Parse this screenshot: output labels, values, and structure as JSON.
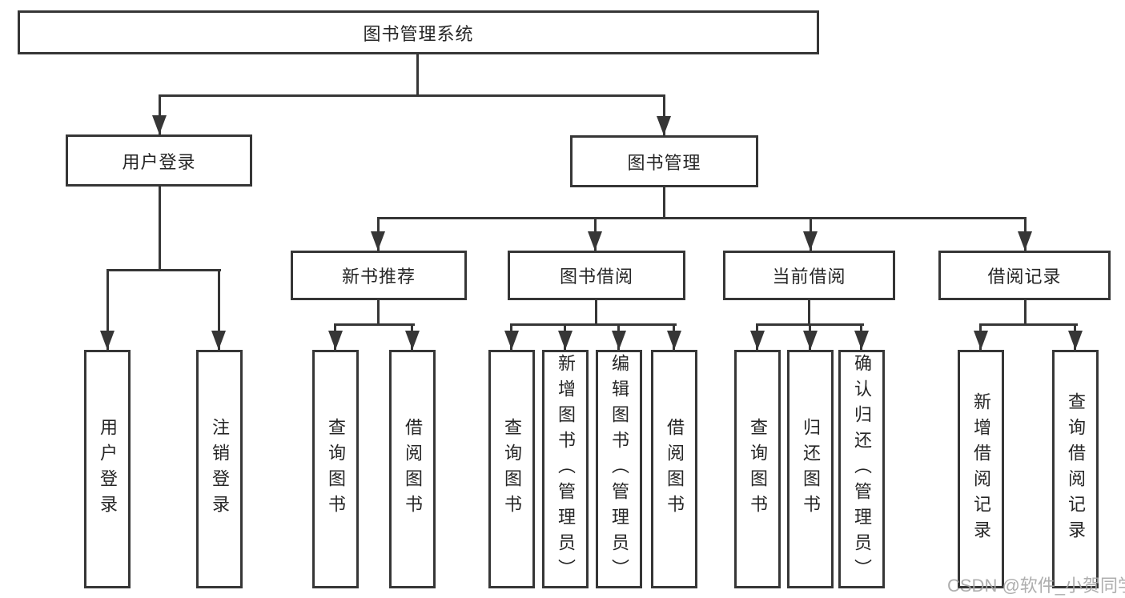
{
  "tree": {
    "label": "图书管理系统",
    "children": [
      {
        "label": "用户登录",
        "children": [
          {
            "label": "用户登录"
          },
          {
            "label": "注销登录"
          }
        ]
      },
      {
        "label": "图书管理",
        "children": [
          {
            "label": "新书推荐",
            "children": [
              {
                "label": "查询图书"
              },
              {
                "label": "借阅图书"
              }
            ]
          },
          {
            "label": "图书借阅",
            "children": [
              {
                "label": "查询图书"
              },
              {
                "label": "新增图书（管理员）"
              },
              {
                "label": "编辑图书（管理员）"
              },
              {
                "label": "借阅图书"
              }
            ]
          },
          {
            "label": "当前借阅",
            "children": [
              {
                "label": "查询图书"
              },
              {
                "label": "归还图书"
              },
              {
                "label": "确认归还（管理员）"
              }
            ]
          },
          {
            "label": "借阅记录",
            "children": [
              {
                "label": "新增借阅记录"
              },
              {
                "label": "查询借阅记录"
              }
            ]
          }
        ]
      }
    ]
  },
  "watermark": {
    "text": "CSDN @软件_小贺同学"
  },
  "colors": {
    "line": "#363636",
    "text": "#262626",
    "watermark": "#a6a6a6",
    "background": "#ffffff"
  }
}
